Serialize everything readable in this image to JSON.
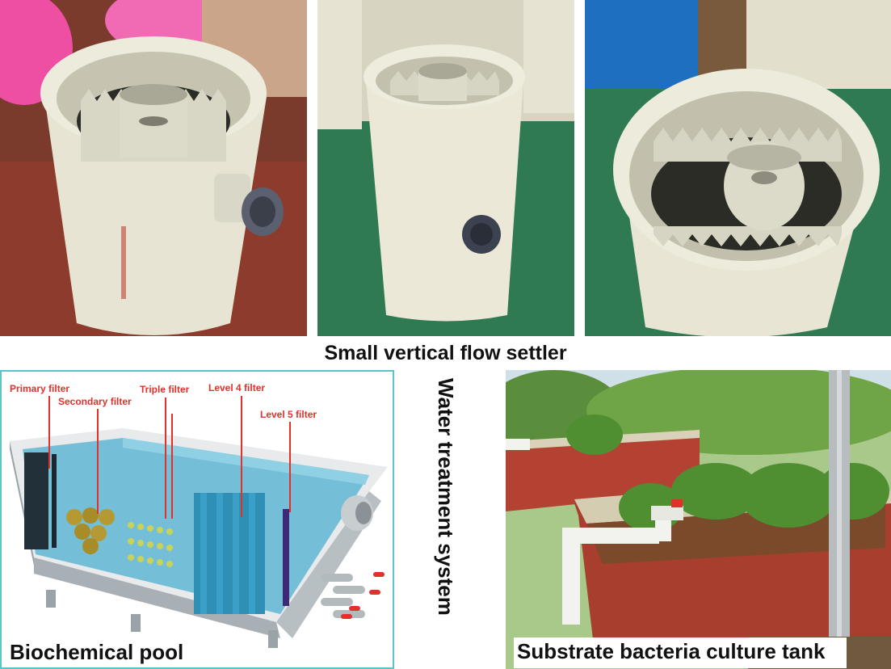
{
  "captions": {
    "settler": "Small vertical flow settler",
    "water_system": "Water treatment system",
    "biochemical_pool": "Biochemical pool",
    "culture_tank": "Substrate bacteria culture tank"
  },
  "pool_labels": {
    "primary": "Primary filter",
    "secondary": "Secondary filter",
    "triple": "Triple filter",
    "level4": "Level 4 filter",
    "level5": "Level 5 filter"
  },
  "colors": {
    "label_red": "#e0322a",
    "border_teal": "#5ec3c9",
    "pvc_beige": "#e6e3d2",
    "floor_green": "#3a7a54",
    "water_blue": "#5fb7d4"
  }
}
